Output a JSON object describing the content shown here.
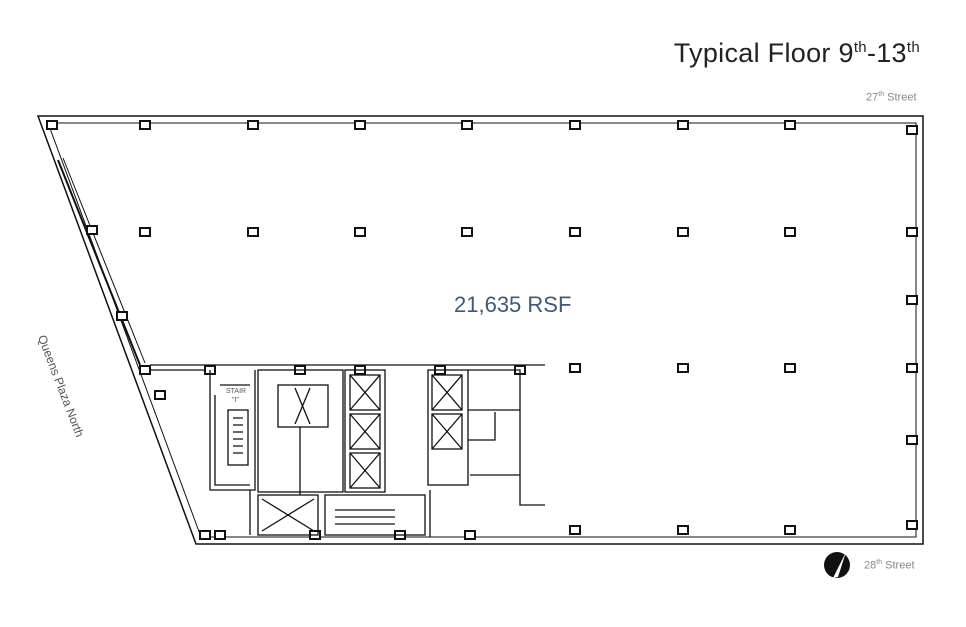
{
  "title": {
    "prefix": "Typical Floor 9",
    "sup1": "th",
    "mid": "-13",
    "sup2": "th"
  },
  "streets": {
    "north": {
      "num": "27",
      "sup": "th",
      "name": " Street"
    },
    "south": {
      "num": "28",
      "sup": "th",
      "name": " Street"
    },
    "west": "Queens Plaza North"
  },
  "area_label": "21,635 RSF",
  "stair_label": "STAIR",
  "stair_id": "\"I\"",
  "colors": {
    "area_text": "#3d5a7a",
    "walls": "#111111"
  },
  "icons": [
    "north-arrow-icon"
  ]
}
